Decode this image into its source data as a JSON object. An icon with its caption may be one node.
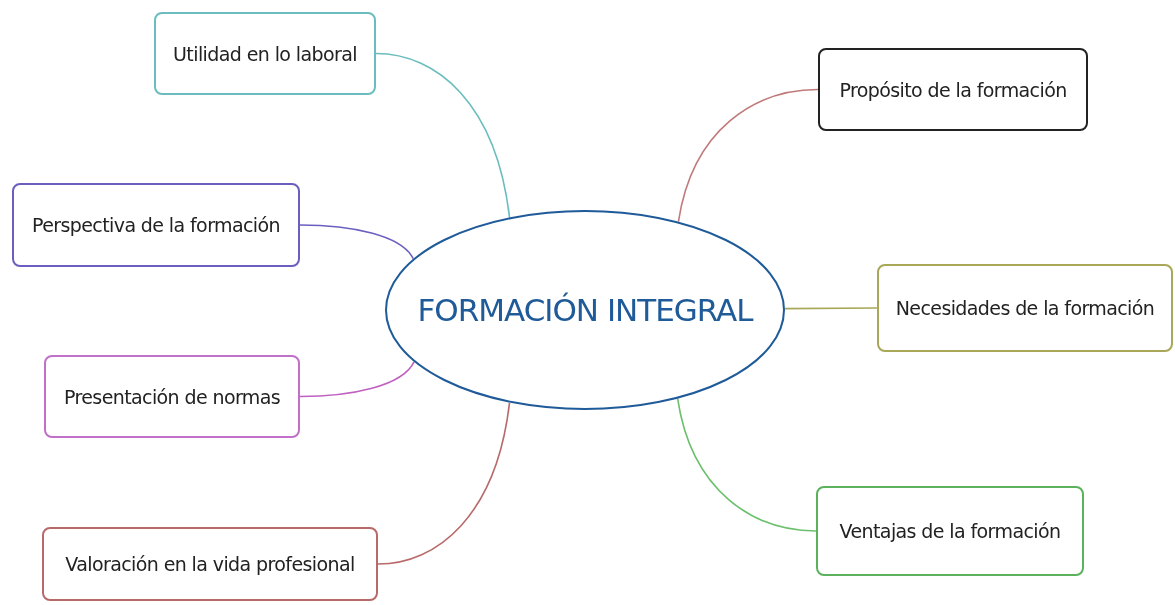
{
  "diagram": {
    "nodes": [
      {
        "text": [
          "FORMACIÓN INTEGRAL"
        ]
      },
      {
        "text": [
          "Utilidad en lo laboral"
        ]
      },
      {
        "text": [
          "Propósito de la formación"
        ]
      },
      {
        "text": [
          "Perspectiva de la formación"
        ]
      },
      {
        "text": [
          "Necesidades de la formación"
        ]
      },
      {
        "text": [
          "Presentación de normas"
        ]
      },
      {
        "text": [
          "Ventajas de la formación"
        ]
      },
      {
        "text": [
          "Valoración en la vida profesional"
        ]
      }
    ],
    "edges": [
      {
        "from": 0,
        "to": 1,
        "arrow": "none",
        "color": "#6bbdbd"
      },
      {
        "from": 0,
        "to": 2,
        "arrow": "none",
        "color": "#c07a7a"
      },
      {
        "from": 0,
        "to": 3,
        "arrow": "none",
        "color": "#6a5fc0"
      },
      {
        "from": 0,
        "to": 4,
        "arrow": "none",
        "color": "#a8a858"
      },
      {
        "from": 0,
        "to": 5,
        "arrow": "none",
        "color": "#c060c0"
      },
      {
        "from": 0,
        "to": 6,
        "arrow": "none",
        "color": "#6cbf6c"
      },
      {
        "from": 0,
        "to": 7,
        "arrow": "none",
        "color": "#b86a6a"
      }
    ]
  }
}
